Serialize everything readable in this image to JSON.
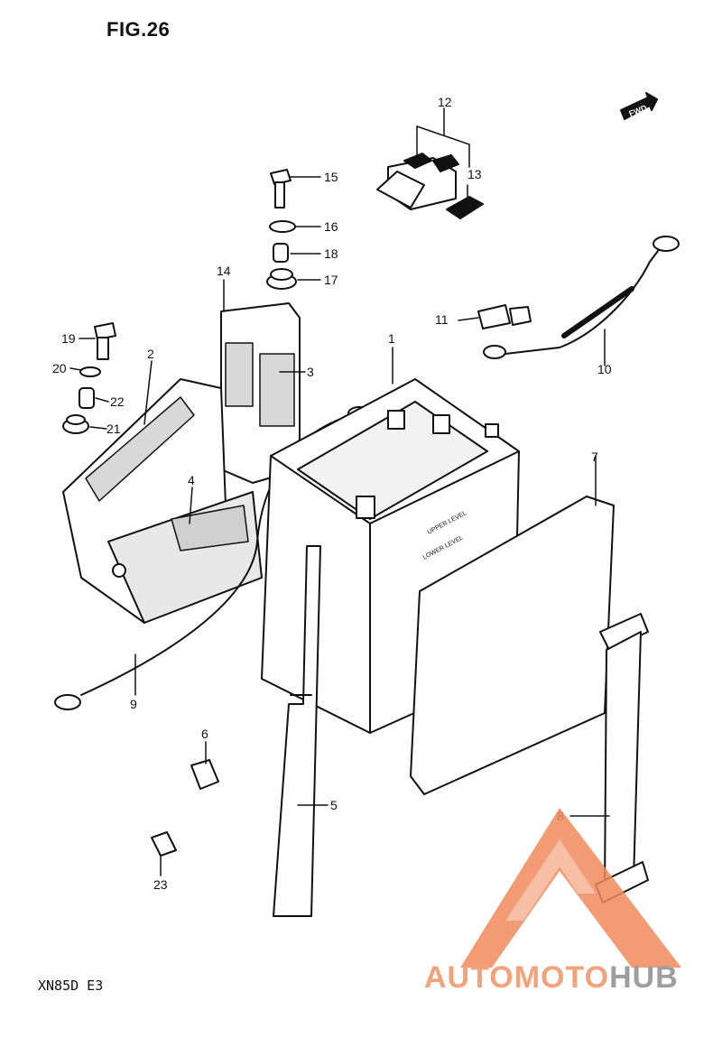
{
  "figure": {
    "title": "FIG.26",
    "model_code": "XN85D E3",
    "fwd_tag": "FWD"
  },
  "callouts": [
    {
      "id": "c1",
      "label": "1"
    },
    {
      "id": "c2",
      "label": "2"
    },
    {
      "id": "c3",
      "label": "3"
    },
    {
      "id": "c4",
      "label": "4"
    },
    {
      "id": "c5",
      "label": "5"
    },
    {
      "id": "c6",
      "label": "6"
    },
    {
      "id": "c7",
      "label": "7"
    },
    {
      "id": "c8",
      "label": "8"
    },
    {
      "id": "c9",
      "label": "9"
    },
    {
      "id": "c10",
      "label": "10"
    },
    {
      "id": "c11",
      "label": "11"
    },
    {
      "id": "c12",
      "label": "12"
    },
    {
      "id": "c13",
      "label": "13"
    },
    {
      "id": "c14",
      "label": "14"
    },
    {
      "id": "c15",
      "label": "15"
    },
    {
      "id": "c16",
      "label": "16"
    },
    {
      "id": "c17",
      "label": "17"
    },
    {
      "id": "c18",
      "label": "18"
    },
    {
      "id": "c19",
      "label": "19"
    },
    {
      "id": "c20",
      "label": "20"
    },
    {
      "id": "c21",
      "label": "21"
    },
    {
      "id": "c22",
      "label": "22"
    },
    {
      "id": "c23",
      "label": "23"
    }
  ],
  "battery_text": {
    "upper": "UPPER LEVEL",
    "lower": "LOWER LEVEL"
  },
  "watermark": {
    "part_a": "AUTOMOTO",
    "part_b": "HUB",
    "accent": "#f08a5d",
    "gray": "#9e9e9e"
  }
}
